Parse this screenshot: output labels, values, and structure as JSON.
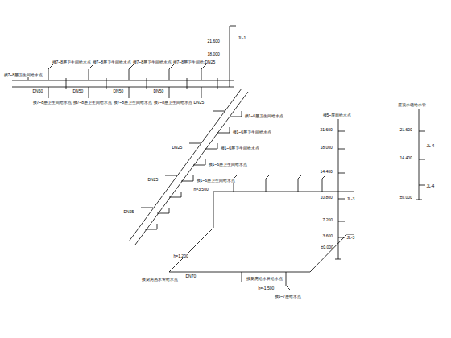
{
  "diagram": {
    "labels": [
      "21.600",
      "18.000",
      "JL-1",
      "接7~8层卫生间给水点",
      "接7~8层卫生间给水点",
      "接7~8层卫生间给水点",
      "接7~8层卫生间给水点",
      "接7~8层卫生间给水点",
      "接7~8层卫生间给水点",
      "接7~8层卫生间给水点",
      "接7~8层卫生间给水点",
      "接7~8层卫生间给水点",
      "DN50",
      "DN50",
      "DN50",
      "DN50",
      "DN25",
      "DN25",
      "接1~6层卫生间给水点",
      "接1~6层卫生间给水点",
      "接1~6层卫生间给水点",
      "接1~6层卫生间给水点",
      "接1~6层卫生间给水点",
      "DN25",
      "DN25",
      "DN25",
      "接厨房热水管给水点",
      "接厨房给水管给水点",
      "接5~7层给水点",
      "DN70",
      "h=3.500",
      "h=1.200",
      "h=-1.500",
      "接5~屋面给水点",
      "21.600",
      "18.000",
      "14.400",
      "10.800",
      "7.200",
      "3.600",
      "±0.000",
      "JL-3",
      "JL-3",
      "屋顶水箱给水管",
      "21.600",
      "14.400",
      "JL-4",
      "±0.000",
      "JL-4"
    ]
  }
}
